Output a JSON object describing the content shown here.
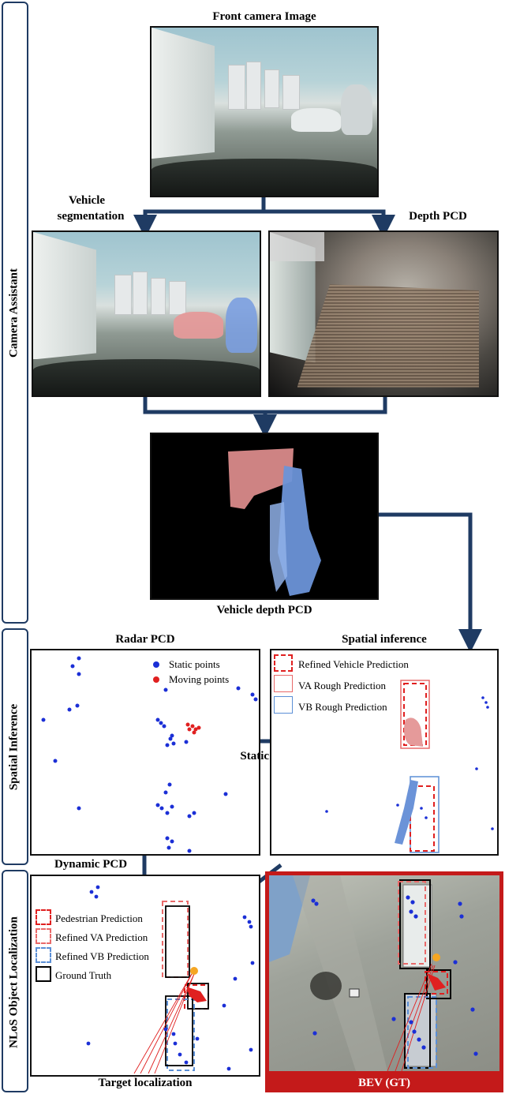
{
  "sections": {
    "camera_assistant": "Camera Assistant",
    "spatial_inference": "Spatial Inference",
    "nlos": "NLoS Object Localization"
  },
  "camera": {
    "front_title": "Front camera Image",
    "seg_title": "Vehicle\nsegmentation",
    "depth_title": "Depth PCD",
    "vpcd_title": "Vehicle depth PCD"
  },
  "radar": {
    "title": "Radar PCD",
    "legend": [
      "Static points",
      "Moving points"
    ]
  },
  "spatial": {
    "title": "Spatial inference",
    "legend": [
      "Refined Vehicle Prediction",
      "VA Rough Prediction",
      "VB Rough Prediction"
    ],
    "static_label": "Static PCD"
  },
  "nlos": {
    "dynamic_label": "Dynamic PCD",
    "legend": [
      "Pedestrian Prediction",
      "Refined VA Prediction",
      "Refined VB Prediction",
      "Ground Truth"
    ],
    "target_label": "Target localization",
    "bev_label": "BEV (GT)"
  },
  "colors": {
    "arrow": "#1f3b63",
    "static": "#1b2fd6",
    "moving": "#e02020",
    "va": "#e96a6a",
    "vb": "#5b8fd6",
    "bev_frame": "#c41a1a"
  }
}
